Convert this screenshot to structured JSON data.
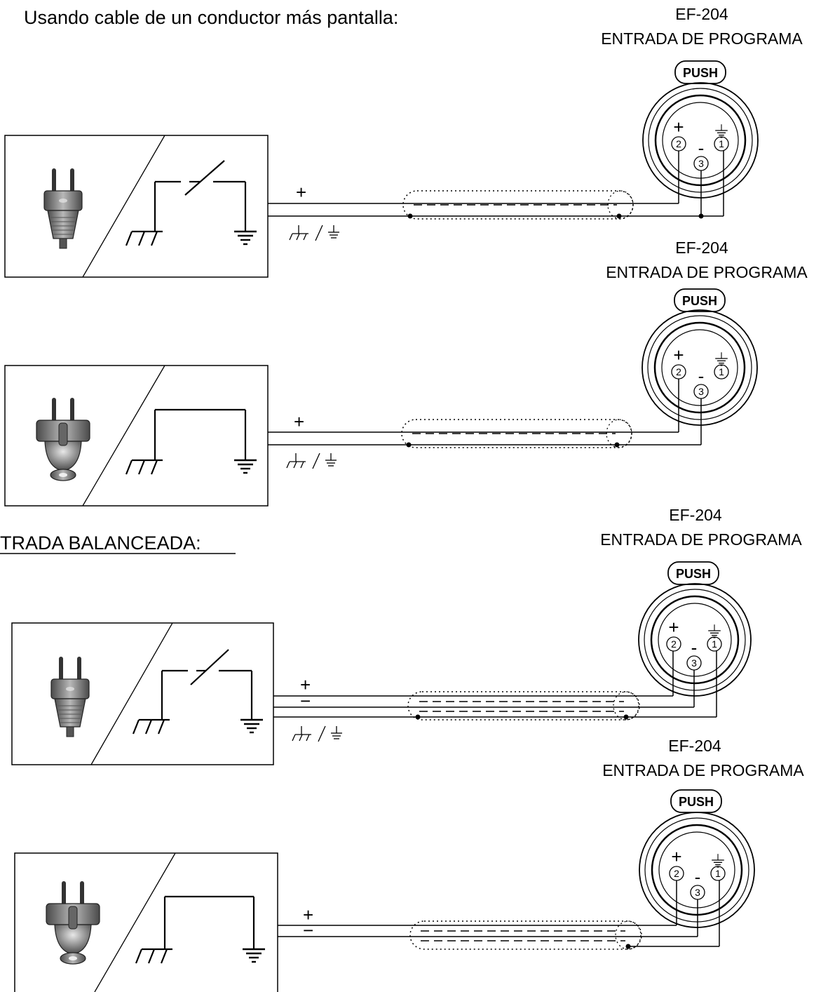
{
  "headings": {
    "unbalanced": "Usando cable de un conductor más pantalla:",
    "balanced": "TRADA BALANCEADA:"
  },
  "connector": {
    "model": "EF-204",
    "title": "ENTRADA DE PROGRAMA",
    "push_label": "PUSH",
    "pin_plus": "2",
    "pin_minus": "3",
    "pin_ground": "1",
    "sign_plus": "+",
    "sign_minus": "-"
  },
  "wire_labels": {
    "plus": "+",
    "minus": "−"
  },
  "colors": {
    "line": "#000000",
    "plug_body": "#8a8a8a",
    "background": "#ffffff"
  },
  "panels": [
    {
      "plug": "2-pin-flat-plug",
      "source_ground": "switched",
      "cable": "single-conductor-shield"
    },
    {
      "plug": "3-pin-grounded-plug",
      "source_ground": "solid",
      "cable": "single-conductor-shield"
    },
    {
      "plug": "2-pin-flat-plug",
      "source_ground": "switched",
      "cable": "balanced-two-conductor-shield"
    },
    {
      "plug": "3-pin-grounded-plug",
      "source_ground": "solid",
      "cable": "balanced-two-conductor-shield"
    }
  ]
}
